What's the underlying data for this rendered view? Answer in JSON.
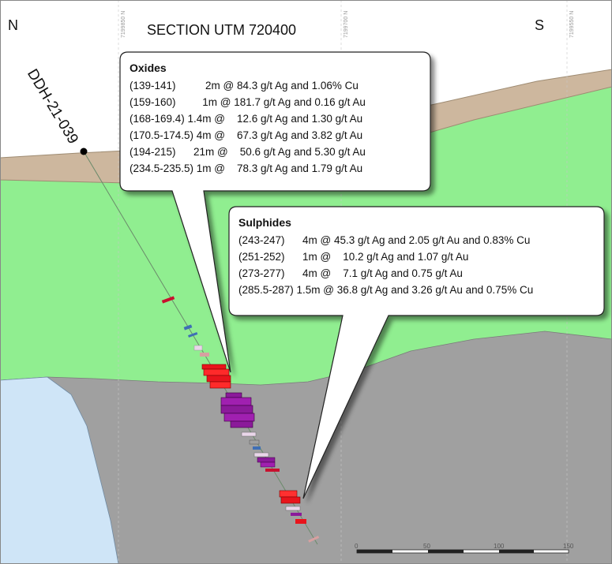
{
  "header": {
    "north_label": "N",
    "south_label": "S",
    "section_title": "SECTION UTM 720400"
  },
  "grid_labels": [
    "7199850 N",
    "7199700 N",
    "7199550 N"
  ],
  "drillhole": {
    "label": "DDH-21-039"
  },
  "oxides": {
    "title": "Oxides",
    "rows": [
      "(139-141)          2m @ 84.3 g/t Ag and 1.06% Cu",
      "(159-160)         1m @ 181.7 g/t Ag and 0.16 g/t Au",
      "(168-169.4) 1.4m @    12.6 g/t Ag and 1.30 g/t Au",
      "(170.5-174.5) 4m @    67.3 g/t Ag and 3.82 g/t Au",
      "(194-215)      21m @    50.6 g/t Ag and 5.30 g/t Au",
      "(234.5-235.5) 1m @    78.3 g/t Ag and 1.79 g/t Au"
    ]
  },
  "sulphides": {
    "title": "Sulphides",
    "rows": [
      "(243-247)      4m @ 45.3 g/t Ag and 2.05 g/t Au and 0.83% Cu",
      "(251-252)      1m @    10.2 g/t Ag and 1.07 g/t Au",
      "(273-277)      4m @    7.1 g/t Ag and 0.75 g/t Au",
      "(285.5-287) 1.5m @ 36.8 g/t Ag and 3.26 g/t Au and 0.75% Cu"
    ]
  },
  "scale_bar": {
    "labels": [
      "0",
      "50",
      "100",
      "150"
    ]
  },
  "colors": {
    "overburden": "#cdb79e",
    "green_unit": "#90ee90",
    "grey_unit": "#a0a0a0",
    "blue_unit": "#cfe5f7",
    "oxide_intercept": "#e8141c",
    "purple_intercept": "#8b1a9a"
  }
}
